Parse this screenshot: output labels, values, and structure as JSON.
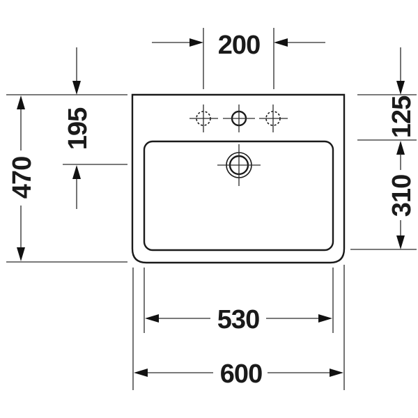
{
  "drawing": {
    "title": "Washbasin dimension drawing (top view)",
    "units": "mm",
    "colors": {
      "line": "#1a1a1a",
      "background": "#ffffff"
    }
  },
  "dimensions": {
    "tap_hole_spacing": {
      "label": "200",
      "value": 200,
      "orientation": "horizontal"
    },
    "overall_depth": {
      "label": "470",
      "value": 470,
      "orientation": "vertical"
    },
    "drain_offset_from_back": {
      "label": "195",
      "value": 195,
      "orientation": "vertical"
    },
    "back_to_bowl": {
      "label": "125",
      "value": 125,
      "orientation": "vertical"
    },
    "bowl_depth": {
      "label": "310",
      "value": 310,
      "orientation": "vertical"
    },
    "bowl_width": {
      "label": "530",
      "value": 530,
      "orientation": "horizontal"
    },
    "overall_width": {
      "label": "600",
      "value": 600,
      "orientation": "horizontal"
    }
  },
  "features": {
    "tap_holes": [
      {
        "name": "left-optional-tap-hole",
        "style": "dashed"
      },
      {
        "name": "center-tap-hole",
        "style": "solid"
      },
      {
        "name": "right-optional-tap-hole",
        "style": "dashed"
      }
    ],
    "drain": {
      "name": "drain-outlet",
      "style": "double-circle"
    }
  }
}
